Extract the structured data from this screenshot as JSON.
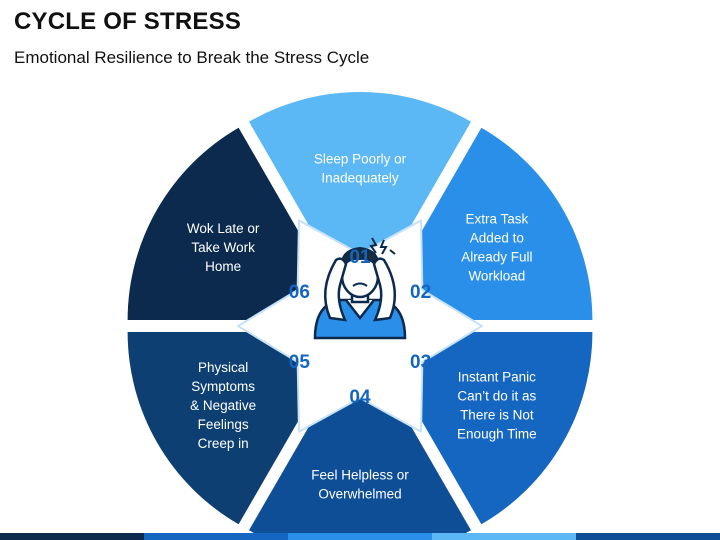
{
  "title": "CYCLE OF STRESS",
  "subtitle": "Emotional Resilience to Break the Stress Cycle",
  "colors": {
    "seg1": "#5bb8f5",
    "seg2": "#2a8fe8",
    "seg3": "#1566c0",
    "seg4": "#0e4e96",
    "seg5": "#0d3f73",
    "seg6": "#0b2a4e",
    "number": "#1565c0",
    "star_outline": "#c6e2f7"
  },
  "segments": [
    {
      "number": "01",
      "lines": [
        "Sleep Poorly or",
        "Inadequately"
      ]
    },
    {
      "number": "02",
      "lines": [
        "Extra Task",
        "Added to",
        "Already Full",
        "Workload"
      ]
    },
    {
      "number": "03",
      "lines": [
        "Instant Panic",
        "Can’t do it as",
        "There is Not",
        "Enough Time"
      ]
    },
    {
      "number": "04",
      "lines": [
        "Feel Helpless or",
        "Overwhelmed"
      ]
    },
    {
      "number": "05",
      "lines": [
        "Physical",
        "Symptoms",
        "& Negative",
        "Feelings",
        "Creep in"
      ]
    },
    {
      "number": "06",
      "lines": [
        "Wok Late or",
        "Take Work",
        "Home"
      ]
    }
  ],
  "center_icon": "stressed-person-icon",
  "bottom_bar_colors": [
    "#0b2a4e",
    "#1566c0",
    "#2a8fe8",
    "#5bb8f5",
    "#0e4e96"
  ]
}
